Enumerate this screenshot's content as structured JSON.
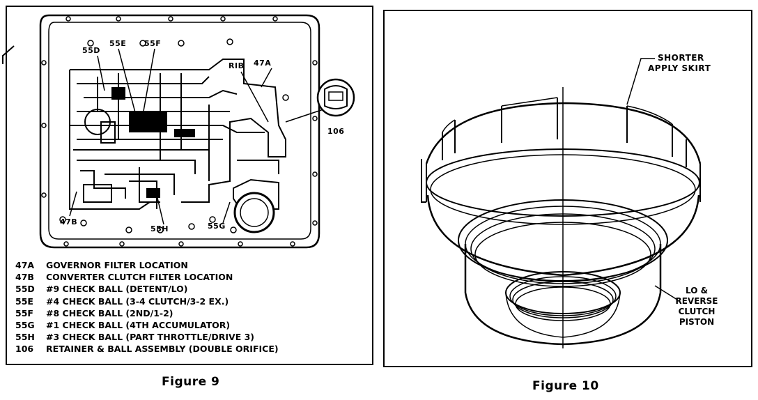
{
  "figure9": {
    "caption": "Figure 9",
    "callouts": {
      "c55d": "55D",
      "c55e": "55E",
      "c55f": "55F",
      "rib": "RIB",
      "c47a": "47A",
      "c106": "106",
      "c47b": "47B",
      "c55h": "55H",
      "c55g": "55G"
    },
    "legend": [
      {
        "code": "47A",
        "text": "GOVERNOR FILTER LOCATION"
      },
      {
        "code": "47B",
        "text": "CONVERTER CLUTCH FILTER LOCATION"
      },
      {
        "code": "55D",
        "text": "#9 CHECK BALL (DETENT/LO)"
      },
      {
        "code": "55E",
        "text": "#4 CHECK BALL (3-4 CLUTCH/3-2 EX.)"
      },
      {
        "code": "55F",
        "text": "#8 CHECK BALL (2ND/1-2)"
      },
      {
        "code": "55G",
        "text": "#1 CHECK BALL (4TH ACCUMULATOR)"
      },
      {
        "code": "55H",
        "text": "#3 CHECK BALL (PART THROTTLE/DRIVE 3)"
      },
      {
        "code": "106",
        "text": "RETAINER & BALL ASSEMBLY (DOUBLE ORIFICE)"
      }
    ]
  },
  "figure10": {
    "caption": "Figure 10",
    "skirt_label_1": "SHORTER",
    "skirt_label_2": "APPLY SKIRT",
    "piston_label_1": "LO &",
    "piston_label_2": "REVERSE",
    "piston_label_3": "CLUTCH",
    "piston_label_4": "PISTON"
  }
}
